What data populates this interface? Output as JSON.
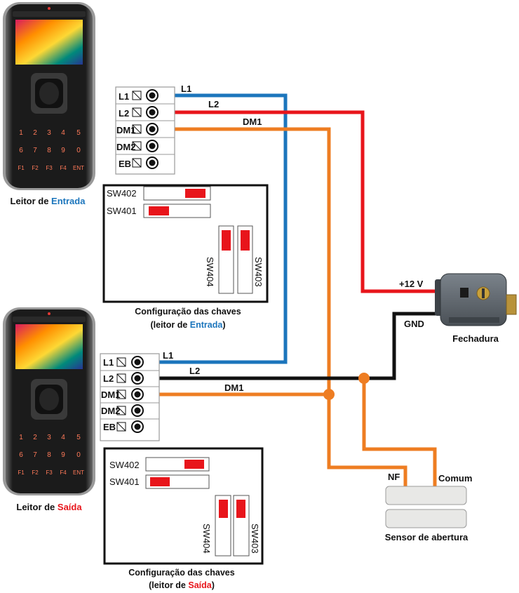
{
  "colors": {
    "l1_wire": "#1b75bc",
    "l2_wire": "#e8151b",
    "dm1_wire": "#ee7d22",
    "gnd_wire": "#111111",
    "switch_on": "#e8151b",
    "highlight_entrada": "#1b75bc",
    "highlight_saida": "#e8151b"
  },
  "entry_reader": {
    "keypad": [
      "1",
      "2",
      "3",
      "4",
      "5",
      "6",
      "7",
      "8",
      "9",
      "0",
      "F1",
      "F2",
      "F3",
      "F4",
      "ENT"
    ],
    "caption_prefix": "Leitor de ",
    "caption_highlight": "Entrada"
  },
  "exit_reader": {
    "keypad": [
      "1",
      "2",
      "3",
      "4",
      "5",
      "6",
      "7",
      "8",
      "9",
      "0",
      "F1",
      "F2",
      "F3",
      "F4",
      "ENT"
    ],
    "caption_prefix": "Leitor de ",
    "caption_highlight": "Saída"
  },
  "entry_terminal": {
    "pins": [
      "L1",
      "L2",
      "DM1",
      "DM2",
      "EB"
    ]
  },
  "exit_terminal": {
    "pins": [
      "L1",
      "L2",
      "DM1",
      "DM2",
      "EB"
    ]
  },
  "entry_switches": {
    "sw402": "SW402",
    "sw401": "SW401",
    "sw404": "SW404",
    "sw403": "SW403",
    "caption_line1": "Configuração das chaves",
    "caption_line2_prefix": "(leitor de ",
    "caption_line2_highlight": "Entrada",
    "caption_line2_suffix": ")"
  },
  "exit_switches": {
    "sw402": "SW402",
    "sw401": "SW401",
    "sw404": "SW404",
    "sw403": "SW403",
    "caption_line1": "Configuração das chaves",
    "caption_line2_prefix": "(leitor de ",
    "caption_line2_highlight": "Saída",
    "caption_line2_suffix": ")"
  },
  "wire_labels": {
    "entry_l1": "L1",
    "entry_l2": "L2",
    "entry_dm1": "DM1",
    "exit_l1": "L1",
    "exit_l2": "L2",
    "exit_dm1": "DM1",
    "plus12v": "+12 V",
    "gnd": "GND"
  },
  "lock": {
    "label": "Fechadura"
  },
  "sensor": {
    "label": "Sensor de abertura",
    "nf": "NF",
    "comum": "Comum"
  }
}
